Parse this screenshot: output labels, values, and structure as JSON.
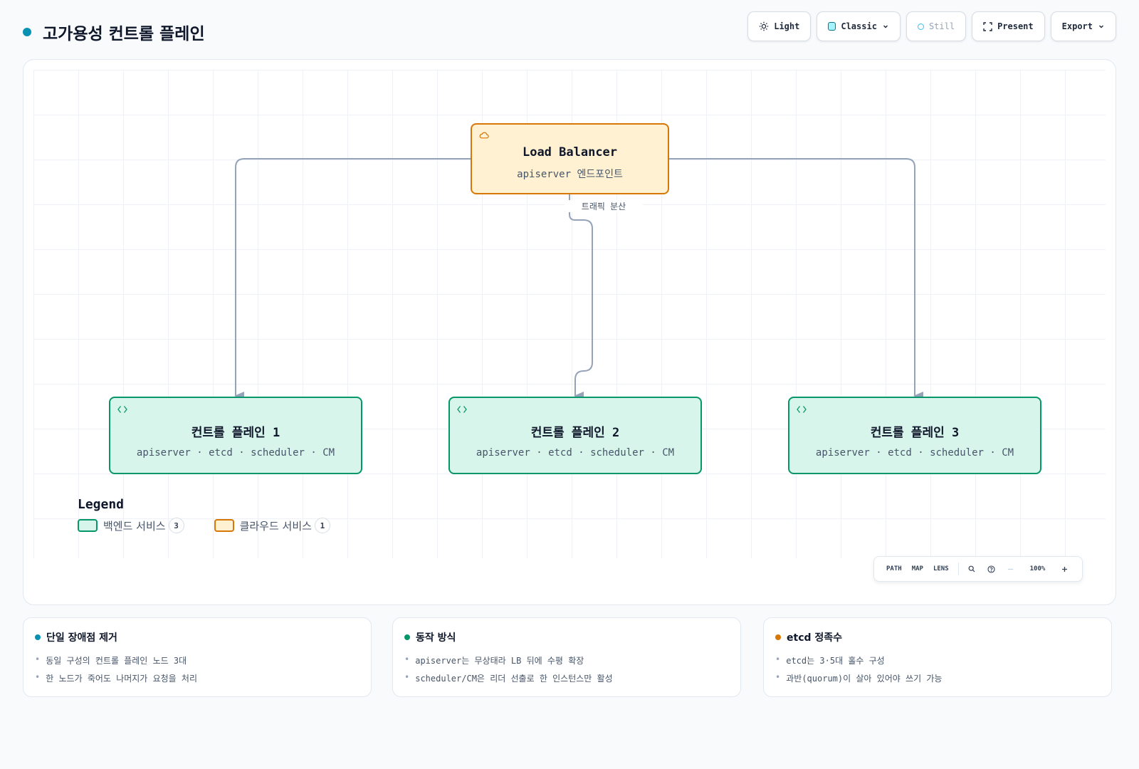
{
  "header": {
    "title": "고가용성 컨트롤 플레인",
    "accent_color": "#0891b2"
  },
  "toolbar": {
    "theme_label": "Light",
    "style_label": "Classic",
    "motion_label": "Still",
    "present_label": "Present",
    "export_label": "Export"
  },
  "diagram": {
    "nodes": [
      {
        "id": "lb",
        "title": "Load Balancer",
        "subtitle": "apiserver 엔드포인트",
        "kind": "cloud",
        "icon": "cloud-icon"
      },
      {
        "id": "cp1",
        "title": "컨트롤 플레인 1",
        "subtitle": "apiserver · etcd · scheduler · CM",
        "kind": "backend",
        "icon": "code-icon"
      },
      {
        "id": "cp2",
        "title": "컨트롤 플레인 2",
        "subtitle": "apiserver · etcd · scheduler · CM",
        "kind": "backend",
        "icon": "code-icon"
      },
      {
        "id": "cp3",
        "title": "컨트롤 플레인 3",
        "subtitle": "apiserver · etcd · scheduler · CM",
        "kind": "backend",
        "icon": "code-icon"
      }
    ],
    "edges": [
      {
        "from": "lb",
        "to": "cp1",
        "label": ""
      },
      {
        "from": "lb",
        "to": "cp2",
        "label": "트래픽 분산"
      },
      {
        "from": "lb",
        "to": "cp3",
        "label": ""
      }
    ],
    "colors": {
      "backend_border": "#059669",
      "backend_fill": "#d8f5eb",
      "cloud_border": "#d97706",
      "cloud_fill": "#fff1d1",
      "edge": "#94a3b8"
    }
  },
  "legend": {
    "title": "Legend",
    "items": [
      {
        "label": "백엔드 서비스",
        "count": "3",
        "kind": "backend"
      },
      {
        "label": "클라우드 서비스",
        "count": "1",
        "kind": "cloud"
      }
    ]
  },
  "viewbar": {
    "path": "PATH",
    "map": "MAP",
    "lens": "LENS",
    "zoom": "100%"
  },
  "cards": [
    {
      "title": "단일 장애점 제거",
      "color": "#0891b2",
      "items": [
        "동일 구성의 컨트롤 플레인 노드 3대",
        "한 노드가 죽어도 나머지가 요청을 처리"
      ]
    },
    {
      "title": "동작 방식",
      "color": "#059669",
      "items": [
        "apiserver는 무상태라 LB 뒤에 수평 확장",
        "scheduler/CM은 리더 선출로 한 인스턴스만 활성"
      ]
    },
    {
      "title": "etcd 정족수",
      "color": "#d97706",
      "items": [
        "etcd는 3·5대 홀수 구성",
        "과반(quorum)이 살아 있어야 쓰기 가능"
      ]
    }
  ]
}
